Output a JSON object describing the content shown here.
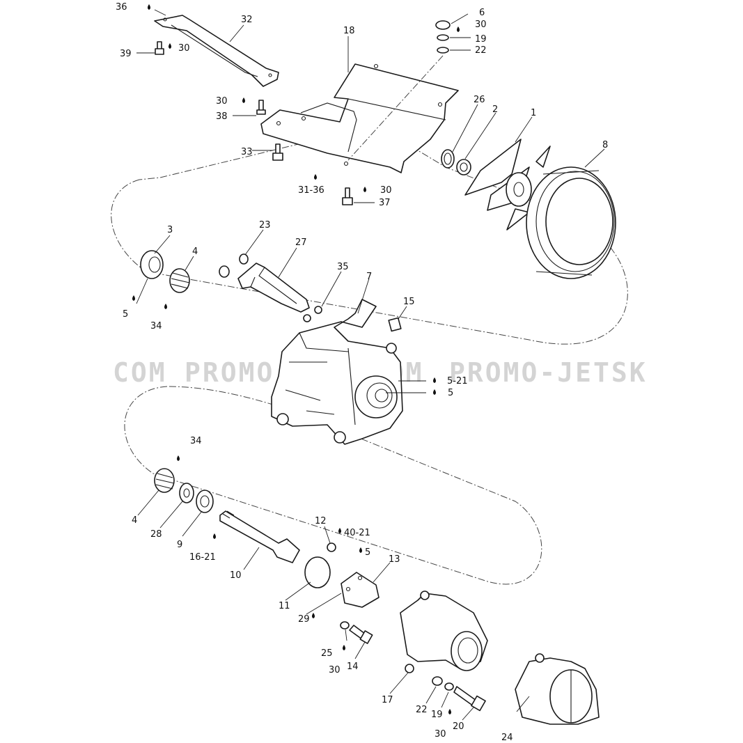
{
  "watermark": {
    "left": "COM",
    "mid": "PROMO-JETSK",
    "mid2": ".COM",
    "right": "PROMO-JETSK"
  },
  "labels": {
    "p36": "36",
    "p32": "32",
    "p39": "39",
    "p30a": "30",
    "p18": "18",
    "p6": "6",
    "p30b": "30",
    "p19a": "19",
    "p22a": "22",
    "p30c": "30",
    "p38": "38",
    "p26": "26",
    "p2": "2",
    "p1": "1",
    "p8": "8",
    "p33": "33",
    "p31_36": "31-36",
    "p30d": "30",
    "p37": "37",
    "p3": "3",
    "p23": "23",
    "p27": "27",
    "p4a": "4",
    "p35": "35",
    "p7": "7",
    "p15": "15",
    "p5a": "5",
    "p34a": "34",
    "p5_21": "5-21",
    "p5b": "5",
    "p34b": "34",
    "p4b": "4",
    "p28": "28",
    "p9": "9",
    "p16_21": "16-21",
    "p12": "12",
    "p40_21": "40-21",
    "p5c": "5",
    "p13": "13",
    "p10": "10",
    "p11": "11",
    "p29": "29",
    "p25": "25",
    "p30e": "30",
    "p14": "14",
    "p17": "17",
    "p22b": "22",
    "p19b": "19",
    "p30f": "30",
    "p20": "20",
    "p24": "24"
  }
}
